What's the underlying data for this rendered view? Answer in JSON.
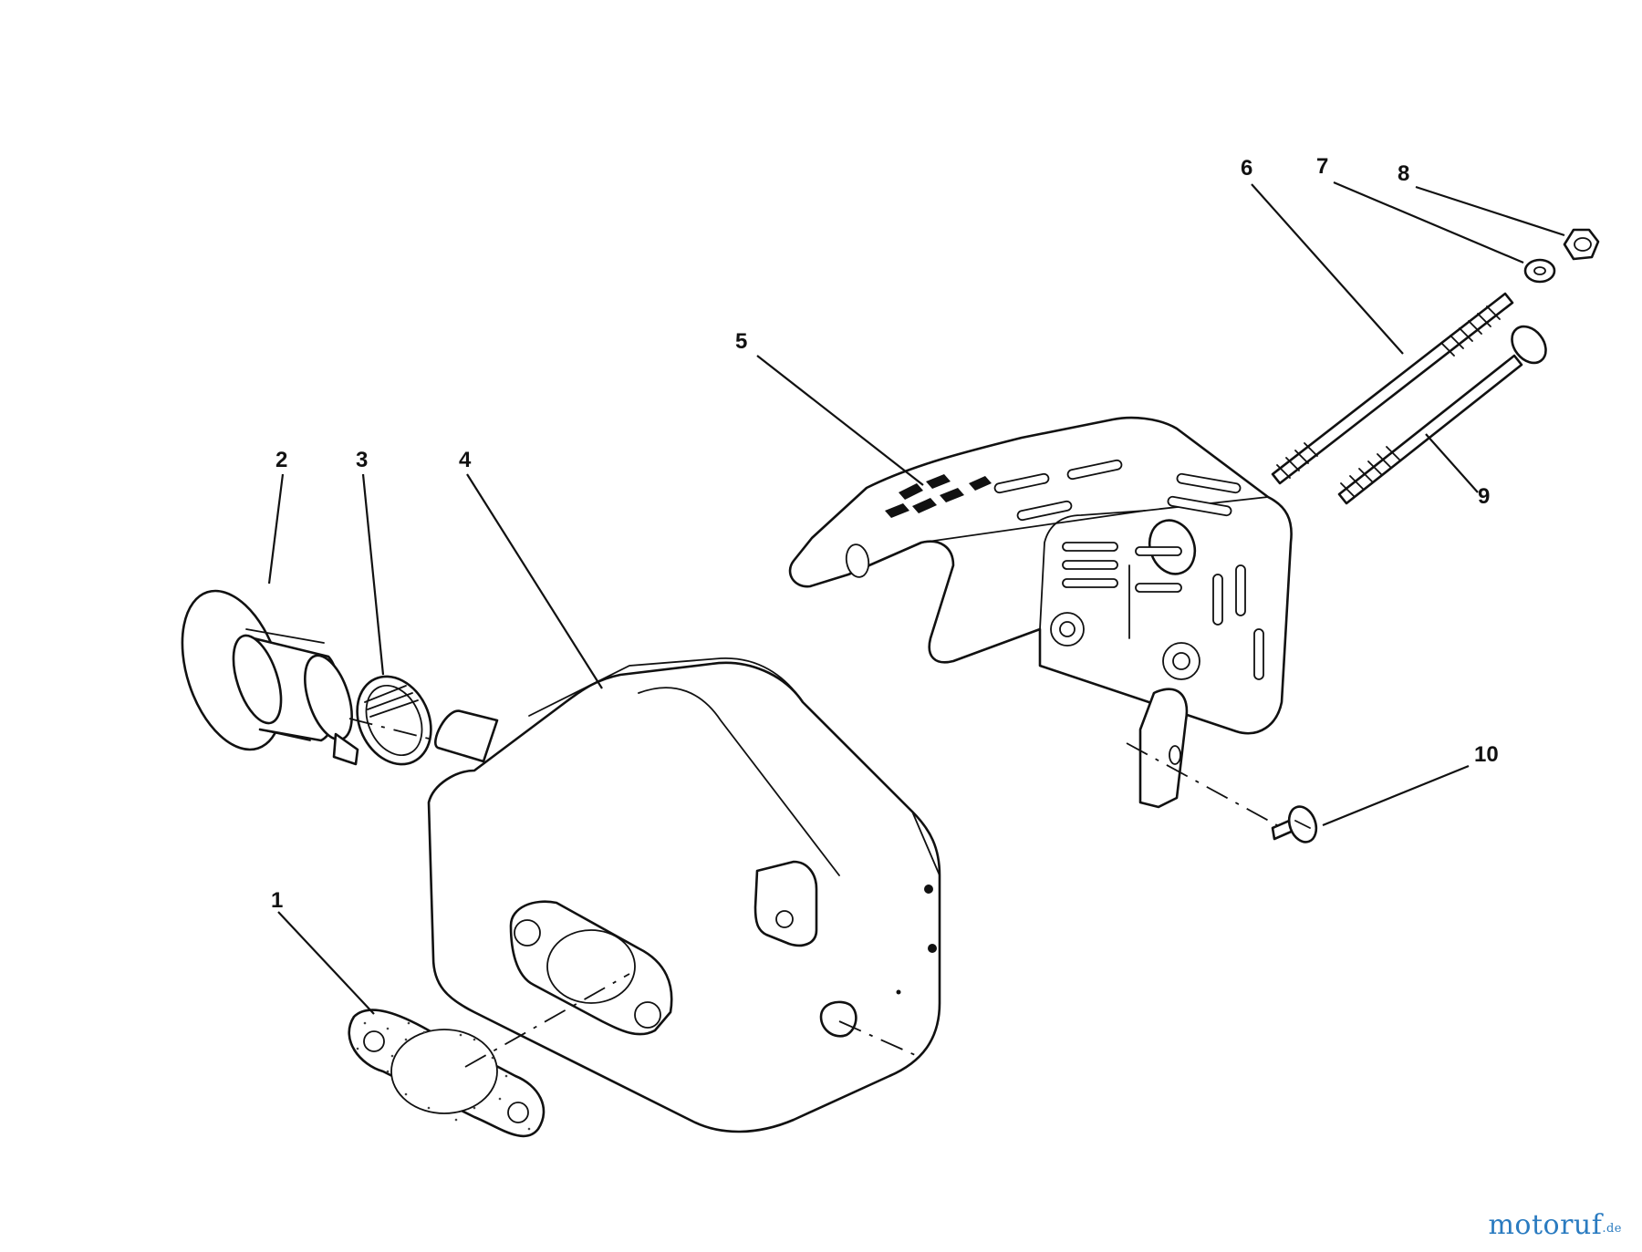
{
  "callouts": {
    "p1": "1",
    "p2": "2",
    "p3": "3",
    "p4": "4",
    "p5": "5",
    "p6": "6",
    "p7": "7",
    "p8": "8",
    "p9": "9",
    "p10": "10"
  },
  "watermark": {
    "name": "motoruf",
    "tld": ".de",
    "color": "#2a7bc0"
  }
}
